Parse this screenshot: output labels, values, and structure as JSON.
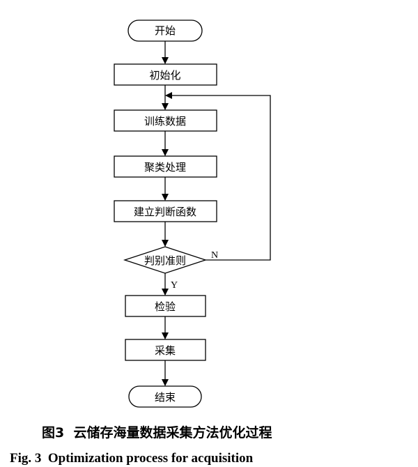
{
  "diagram": {
    "nodes": {
      "start": "开始",
      "init": "初始化",
      "train": "训练数据",
      "cluster": "聚类处理",
      "build": "建立判断函数",
      "decision": "判别准则",
      "verify": "检验",
      "collect": "采集",
      "end": "结束"
    },
    "edge_labels": {
      "yes": "Y",
      "no": "N"
    }
  },
  "caption": {
    "zh": "图3  云储存海量数据采集方法优化过程",
    "en": "Fig. 3  Optimization process for acquisition"
  }
}
